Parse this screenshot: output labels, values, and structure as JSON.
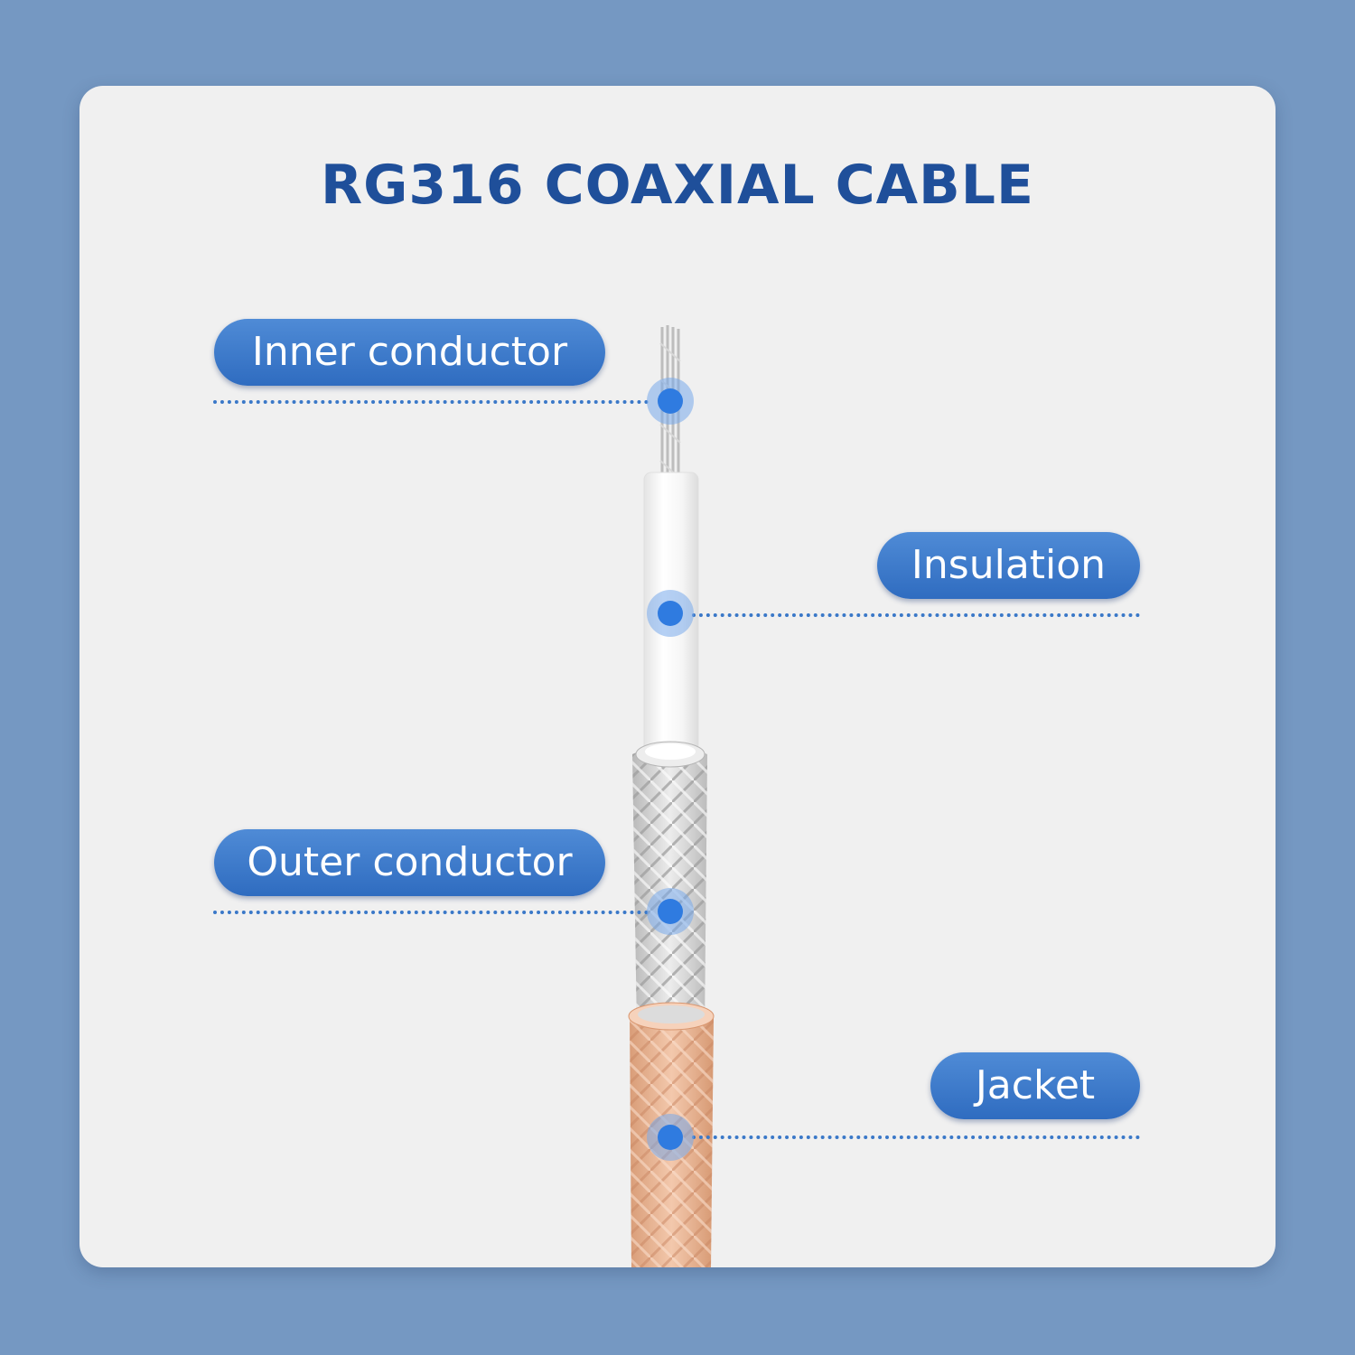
{
  "title": "RG316 COAXIAL CABLE",
  "labels": {
    "inner_conductor": "Inner conductor",
    "insulation": "Insulation",
    "outer_conductor": "Outer conductor",
    "jacket": "Jacket"
  },
  "colors": {
    "background": "#7598c2",
    "card": "#f0f0f0",
    "title": "#1f4f9a",
    "pill": "#3575c6",
    "marker": "#2f7be0",
    "jacket": "#e9b89a",
    "braid": "#c8c8c8"
  }
}
